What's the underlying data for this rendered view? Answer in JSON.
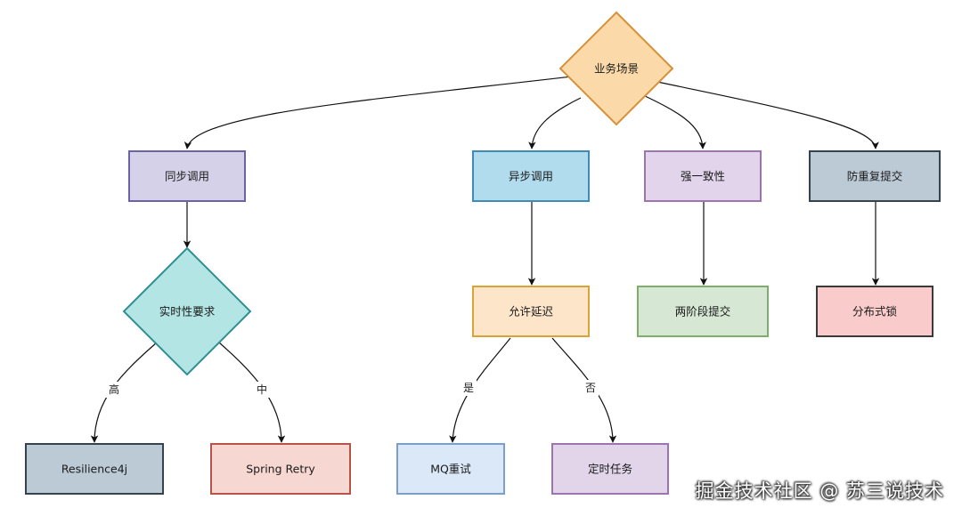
{
  "diagram": {
    "nodes": {
      "root": {
        "label": "业务场景",
        "shape": "diamond",
        "fill": "#fbd9a8",
        "stroke": "#d4923a"
      },
      "sync": {
        "label": "同步调用",
        "shape": "rect",
        "fill": "#d5d1e8",
        "stroke": "#6c63a4"
      },
      "async": {
        "label": "异步调用",
        "shape": "rect",
        "fill": "#b1dcee",
        "stroke": "#3f8db5"
      },
      "strong": {
        "label": "强一致性",
        "shape": "rect",
        "fill": "#e2d4ea",
        "stroke": "#9b74b1"
      },
      "dedupe": {
        "label": "防重复提交",
        "shape": "rect",
        "fill": "#bccad6",
        "stroke": "#36434f"
      },
      "realtime": {
        "label": "实时性要求",
        "shape": "diamond",
        "fill": "#b2e5e3",
        "stroke": "#2f8f94"
      },
      "delay": {
        "label": "允许延迟",
        "shape": "rect",
        "fill": "#fde5ca",
        "stroke": "#d9a437"
      },
      "twophase": {
        "label": "两阶段提交",
        "shape": "rect",
        "fill": "#d6e8d4",
        "stroke": "#7fae6b"
      },
      "lock": {
        "label": "分布式锁",
        "shape": "rect",
        "fill": "#f9cbcb",
        "stroke": "#3a3a3a"
      },
      "resilience": {
        "label": "Resilience4j",
        "shape": "rect",
        "fill": "#bccad6",
        "stroke": "#36434f"
      },
      "spring": {
        "label": "Spring Retry",
        "shape": "rect",
        "fill": "#f7d7d2",
        "stroke": "#b8534a"
      },
      "mq": {
        "label": "MQ重试",
        "shape": "rect",
        "fill": "#dbe8f8",
        "stroke": "#7b9ecb"
      },
      "timer": {
        "label": "定时任务",
        "shape": "rect",
        "fill": "#e2d5ea",
        "stroke": "#9b74b1"
      }
    },
    "edges": [
      {
        "from": "root",
        "to": "sync",
        "label": ""
      },
      {
        "from": "root",
        "to": "async",
        "label": ""
      },
      {
        "from": "root",
        "to": "strong",
        "label": ""
      },
      {
        "from": "root",
        "to": "dedupe",
        "label": ""
      },
      {
        "from": "sync",
        "to": "realtime",
        "label": ""
      },
      {
        "from": "async",
        "to": "delay",
        "label": ""
      },
      {
        "from": "strong",
        "to": "twophase",
        "label": ""
      },
      {
        "from": "dedupe",
        "to": "lock",
        "label": ""
      },
      {
        "from": "realtime",
        "to": "resilience",
        "label": "高"
      },
      {
        "from": "realtime",
        "to": "spring",
        "label": "中"
      },
      {
        "from": "delay",
        "to": "mq",
        "label": "是"
      },
      {
        "from": "delay",
        "to": "timer",
        "label": "否"
      }
    ]
  },
  "watermark": "掘金技术社区 @ 苏三说技术"
}
